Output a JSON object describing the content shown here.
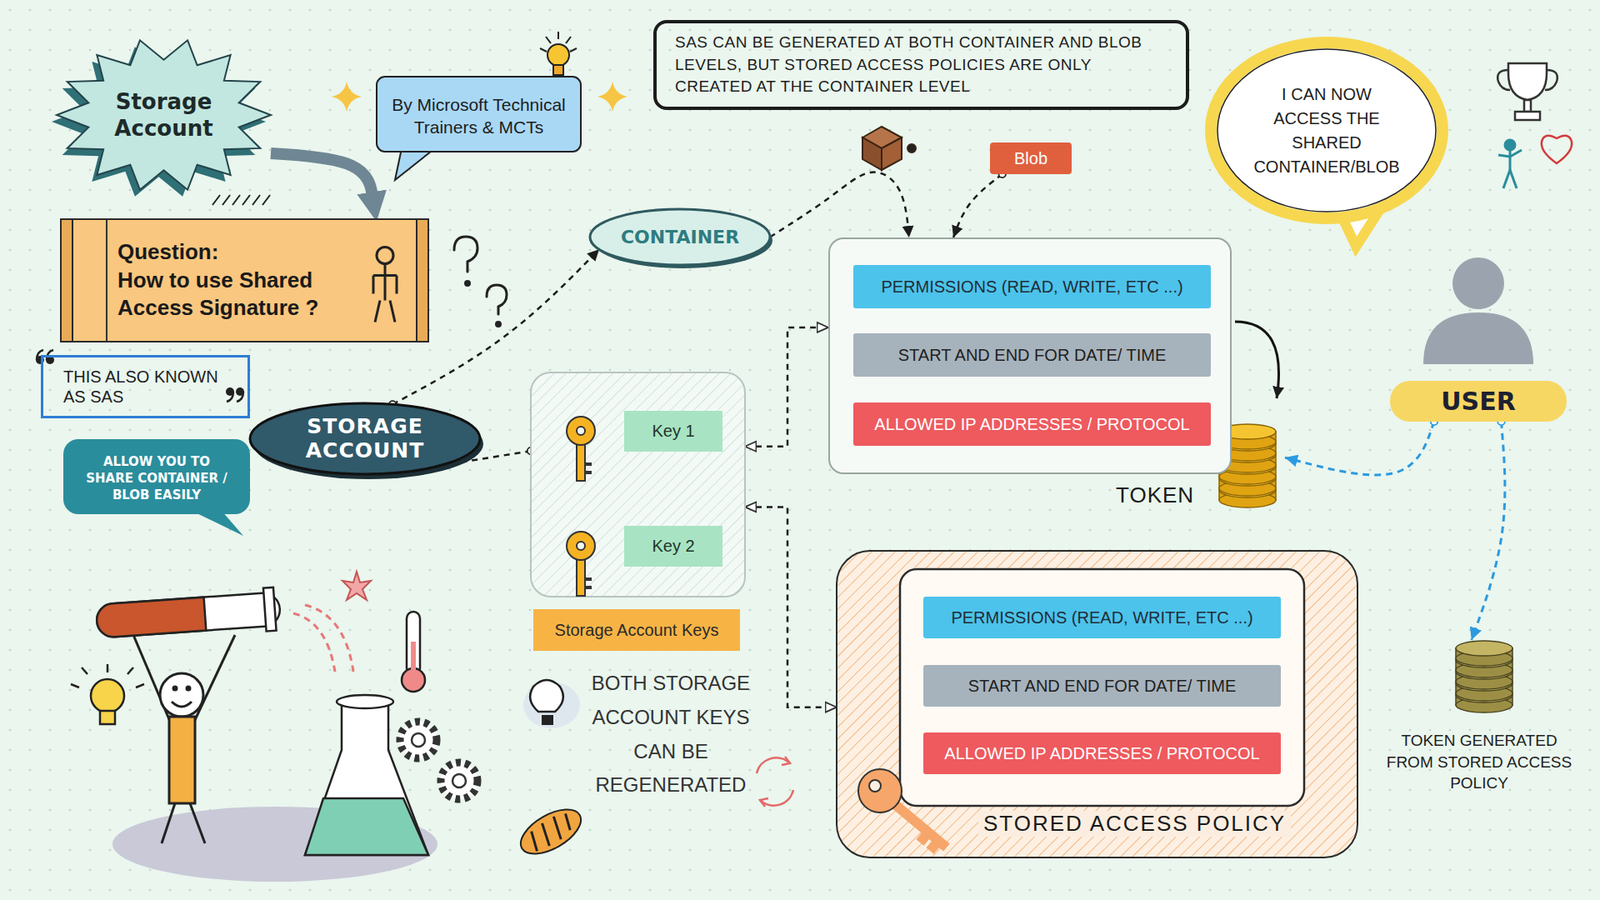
{
  "diagram": {
    "nodes": [
      {
        "text": [
          "Storage Account"
        ]
      },
      {
        "text": [
          "By Microsoft Technical Trainers & MCTs"
        ]
      },
      {
        "text": [
          "SAS CAN BE GENERATED AT BOTH CONTAINER AND BLOB LEVELS, BUT STORED ACCESS POLICIES ARE ONLY CREATED AT THE CONTAINER LEVEL"
        ]
      },
      {
        "text": [
          "I CAN NOW ACCESS THE SHARED CONTAINER/BLOB"
        ]
      },
      {
        "text": [
          "Blob"
        ]
      },
      {
        "text": [
          "Question:",
          "How to use Shared Access Signature ?"
        ]
      },
      {
        "text": [
          "CONTAINER"
        ]
      },
      {
        "text": [
          "TOKEN"
        ]
      },
      {
        "text": [
          "PERMISSIONS (READ, WRITE, ETC ...)"
        ],
        "in": 7
      },
      {
        "text": [
          "START AND END FOR DATE/ TIME"
        ],
        "in": 7
      },
      {
        "text": [
          "ALLOWED IP ADDRESSES / PROTOCOL"
        ],
        "in": 7
      },
      {
        "text": [
          "THIS ALSO KNOWN AS SAS"
        ]
      },
      {
        "text": [
          "STORAGE ACCOUNT"
        ]
      },
      {
        "text": [
          "Storage Account Keys"
        ]
      },
      {
        "text": [
          "Key 1"
        ],
        "in": 13
      },
      {
        "text": [
          "Key 2"
        ],
        "in": 13
      },
      {
        "text": [
          "USER"
        ]
      },
      {
        "text": [
          "ALLOW YOU TO SHARE CONTAINER / BLOB EASILY"
        ]
      },
      {
        "text": [
          "STORED ACCESS POLICY"
        ]
      },
      {
        "text": [
          "PERMISSIONS (READ, WRITE, ETC ...)"
        ],
        "in": 18
      },
      {
        "text": [
          "START AND END FOR DATE/ TIME"
        ],
        "in": 18
      },
      {
        "text": [
          "ALLOWED IP ADDRESSES / PROTOCOL"
        ],
        "in": 18
      },
      {
        "text": [
          "TOKEN GENERATED FROM STORED ACCESS POLICY"
        ]
      }
    ],
    "edges": [
      {
        "from": 0,
        "to": 5,
        "arrow": "to"
      },
      {
        "from": 12,
        "to": 6,
        "arrow": "to"
      },
      {
        "from": 12,
        "to": 13,
        "arrow": "none"
      },
      {
        "from": 6,
        "to": 7,
        "arrow": "to"
      },
      {
        "from": 4,
        "to": 7,
        "arrow": "to"
      },
      {
        "from": 13,
        "to": 7,
        "arrow": "both"
      },
      {
        "from": 13,
        "to": 18,
        "arrow": "both"
      },
      {
        "from": 16,
        "to": 7,
        "arrow": "to"
      },
      {
        "from": 16,
        "to": 22,
        "arrow": "to"
      }
    ],
    "labels": [
      "BOTH STORAGE ACCOUNT KEYS CAN BE REGENERATED"
    ]
  }
}
